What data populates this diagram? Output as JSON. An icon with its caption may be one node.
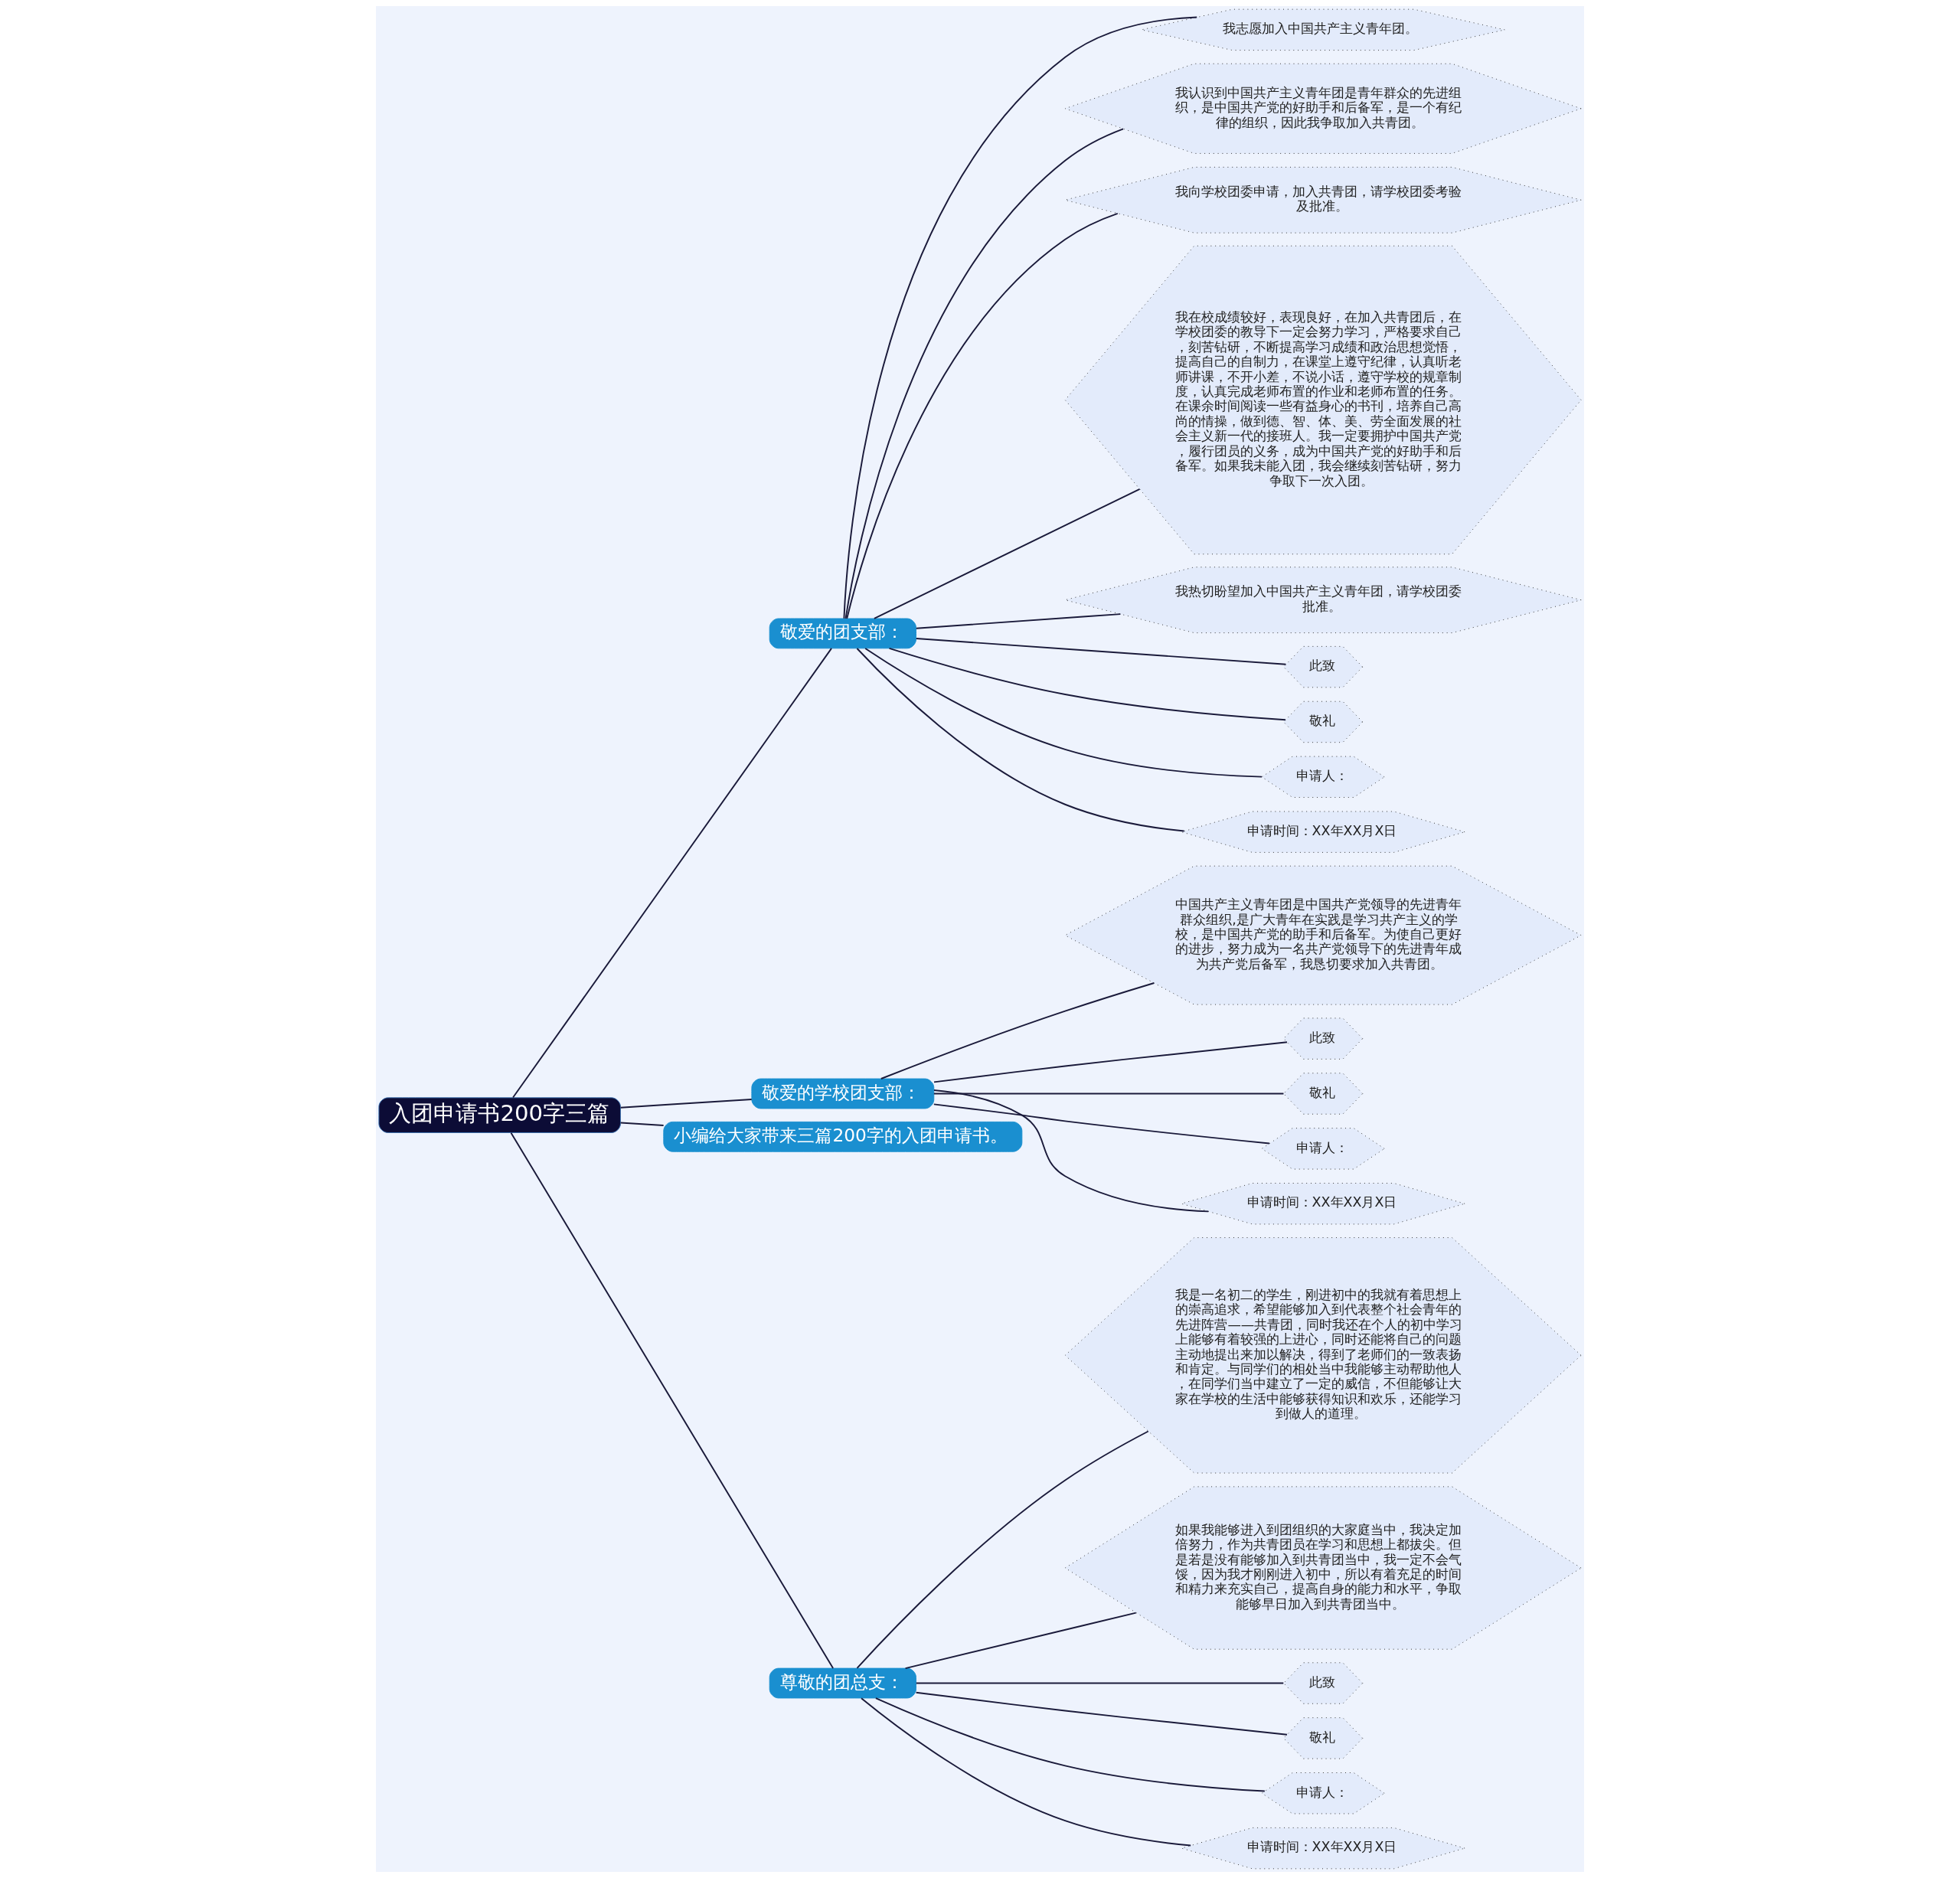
{
  "diagram": {
    "nodes": [
      {
        "text": [
          "入团申请书200字三篇"
        ]
      },
      {
        "text": [
          "敬爱的团支部："
        ]
      },
      {
        "text": [
          "我志愿加入中国共产主义青年团。"
        ]
      },
      {
        "text": [
          "我认识到中国共产主义青年团是青年群众的先进组织，是中国共产党的好助手和后备军，是一个有纪律的组织，因此我争取加入共青团。"
        ]
      },
      {
        "text": [
          "我向学校团委申请，加入共青团，请学校团委考验及批准。"
        ]
      },
      {
        "text": [
          "我在校成绩较好，表现良好，在加入共青团后，在学校团委的教导下一定会努力学习，严格要求自己，刻苦钻研，不断提高学习成绩和政治思想觉悟，提高自己的自制力，在课堂上遵守纪律，认真听老师讲课，不开小差，不说小话，遵守学校的规章制度，认真完成老师布置的作业和老师布置的任务。在课余时间阅读一些有益身心的书刊，培养自己高尚的情操，做到德、智、体、美、劳全面发展的社会主义新一代的接班人。我一定要拥护中国共产党，履行团员的义务，成为中国共产党的好助手和后备军。如果我未能入团，我会继续刻苦钻研，努力争取下一次入团。"
        ]
      },
      {
        "text": [
          "我热切盼望加入中国共产主义青年团，请学校团委批准。"
        ]
      },
      {
        "text": [
          "此致"
        ]
      },
      {
        "text": [
          "敬礼"
        ]
      },
      {
        "text": [
          "申请人："
        ]
      },
      {
        "text": [
          "申请时间：XX年XX月X日"
        ]
      },
      {
        "text": [
          "敬爱的学校团支部："
        ]
      },
      {
        "text": [
          "中国共产主义青年团是中国共产党领导的先进青年群众组织,是广大青年在实践是学习共产主义的学校，是中国共产党的助手和后备军。为使自己更好的进步，努力成为一名共产党领导下的先进青年成为共产党后备军，我恳切要求加入共青团。"
        ]
      },
      {
        "text": [
          "此致"
        ]
      },
      {
        "text": [
          "敬礼"
        ]
      },
      {
        "text": [
          "申请人："
        ]
      },
      {
        "text": [
          "申请时间：XX年XX月X日"
        ]
      },
      {
        "text": [
          "小编给大家带来三篇200字的入团申请书。"
        ]
      },
      {
        "text": [
          "尊敬的团总支："
        ]
      },
      {
        "text": [
          "我是一名初二的学生，刚进初中的我就有着思想上的崇高追求，希望能够加入到代表整个社会青年的先进阵营——共青团，同时我还在个人的初中学习上能够有着较强的上进心，同时还能将自己的问题主动地提出来加以解决，得到了老师们的一致表扬和肯定。与同学们的相处当中我能够主动帮助他人，在同学们当中建立了一定的威信，不但能够让大家在学校的生活中能够获得知识和欢乐，还能学习到做人的道理。"
        ]
      },
      {
        "text": [
          "如果我能够进入到团组织的大家庭当中，我决定加倍努力，作为共青团员在学习和思想上都拔尖。但是若是没有能够加入到共青团当中，我一定不会气馁，因为我才刚刚进入初中，所以有着充足的时间和精力来充实自己，提高自身的能力和水平，争取能够早日加入到共青团当中。"
        ]
      },
      {
        "text": [
          "此致"
        ]
      },
      {
        "text": [
          "敬礼"
        ]
      },
      {
        "text": [
          "申请人："
        ]
      },
      {
        "text": [
          "申请时间：XX年XX月X日"
        ]
      }
    ],
    "edges": [
      {
        "from": 0,
        "to": 1,
        "arrow": "none"
      },
      {
        "from": 1,
        "to": 2,
        "arrow": "none"
      },
      {
        "from": 1,
        "to": 3,
        "arrow": "none"
      },
      {
        "from": 1,
        "to": 4,
        "arrow": "none"
      },
      {
        "from": 1,
        "to": 5,
        "arrow": "none"
      },
      {
        "from": 1,
        "to": 6,
        "arrow": "none"
      },
      {
        "from": 1,
        "to": 7,
        "arrow": "none"
      },
      {
        "from": 1,
        "to": 8,
        "arrow": "none"
      },
      {
        "from": 1,
        "to": 9,
        "arrow": "none"
      },
      {
        "from": 1,
        "to": 10,
        "arrow": "none"
      },
      {
        "from": 0,
        "to": 11,
        "arrow": "none"
      },
      {
        "from": 11,
        "to": 12,
        "arrow": "none"
      },
      {
        "from": 11,
        "to": 13,
        "arrow": "none"
      },
      {
        "from": 11,
        "to": 14,
        "arrow": "none"
      },
      {
        "from": 11,
        "to": 15,
        "arrow": "none"
      },
      {
        "from": 11,
        "to": 16,
        "arrow": "none"
      },
      {
        "from": 0,
        "to": 17,
        "arrow": "none"
      },
      {
        "from": 0,
        "to": 18,
        "arrow": "none"
      },
      {
        "from": 18,
        "to": 19,
        "arrow": "none"
      },
      {
        "from": 18,
        "to": 20,
        "arrow": "none"
      },
      {
        "from": 18,
        "to": 21,
        "arrow": "none"
      },
      {
        "from": 18,
        "to": 22,
        "arrow": "none"
      },
      {
        "from": 18,
        "to": 23,
        "arrow": "none"
      },
      {
        "from": 18,
        "to": 24,
        "arrow": "none"
      }
    ]
  }
}
